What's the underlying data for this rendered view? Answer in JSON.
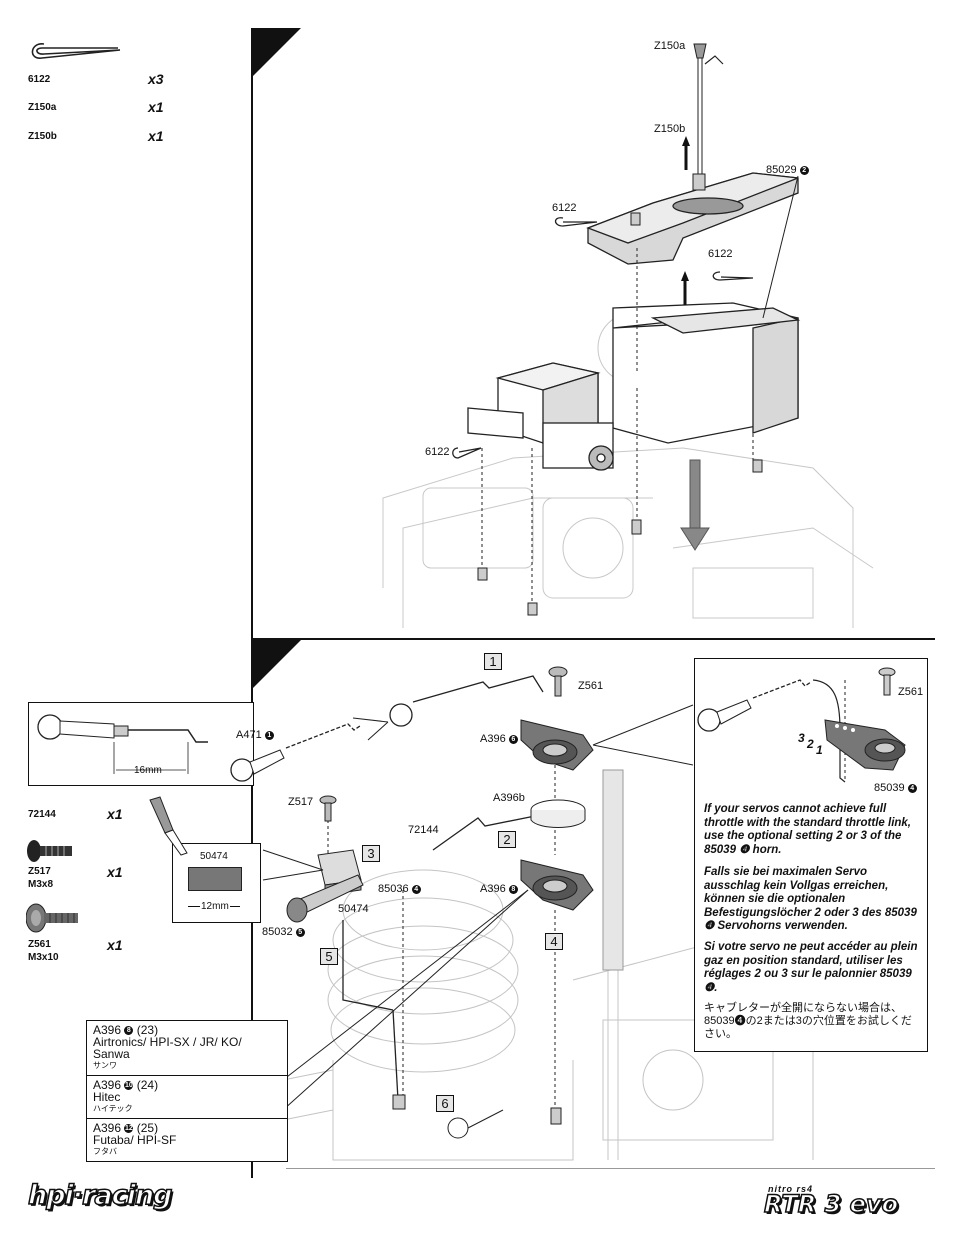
{
  "parts_top": [
    {
      "code": "6122",
      "qty": "x3"
    },
    {
      "code": "Z150a",
      "qty": "x1"
    },
    {
      "code": "Z150b",
      "qty": "x1"
    }
  ],
  "parts_bottom": [
    {
      "code": "72144",
      "sub": "",
      "qty": "x1"
    },
    {
      "code": "Z517",
      "sub": "M3x8",
      "qty": "x1"
    },
    {
      "code": "Z561",
      "sub": "M3x10",
      "qty": "x1"
    }
  ],
  "top_labels": {
    "z150a": "Z150a",
    "z150b": "Z150b",
    "p85029": "85029",
    "p85029_num": "2",
    "clip1": "6122",
    "clip2": "6122",
    "clip3": "6122"
  },
  "bottom_labels": {
    "a471": "A471",
    "a471_num": "1",
    "z561": "Z561",
    "a396_top": "A396",
    "a396_top_num": "6",
    "a396b": "A396b",
    "z517": "Z517",
    "p72144": "72144",
    "a396_bottom": "A396",
    "a396_bottom_num": "8",
    "p85036": "85036",
    "p85036_num": "4",
    "p50474": "50474",
    "p85032": "85032",
    "p85032_num": "5",
    "inset_50474": "50474",
    "inset_12mm": "12mm",
    "inset_16mm": "16mm"
  },
  "steps": [
    "1",
    "2",
    "3",
    "4",
    "5",
    "6"
  ],
  "servo_options": [
    {
      "part": "A396",
      "num": "8",
      "pos": "(23)",
      "brand": "Airtronics/ HPI-SX / JR/ KO/ Sanwa",
      "jp": "サンワ"
    },
    {
      "part": "A396",
      "num": "10",
      "pos": "(24)",
      "brand": "Hitec",
      "jp": "ハイテック"
    },
    {
      "part": "A396",
      "num": "12",
      "pos": "(25)",
      "brand": "Futaba/ HPI-SF",
      "jp": "フタバ"
    }
  ],
  "horn_panel": {
    "z561": "Z561",
    "holes": [
      "3",
      "2",
      "1"
    ],
    "p85039": "85039",
    "p85039_num": "4",
    "note_en": "If your servos cannot achieve full throttle with the standard throttle link, use the optional setting 2 or 3 of the 85039 ❹ horn.",
    "note_de": "Falls sie bei maximalen Servo ausschlag kein Vollgas erreichen, können sie die optionalen Befestigungslöcher 2 oder 3 des 85039 ❹ Servohorns verwenden.",
    "note_fr": "Si votre servo ne peut accéder au plein gaz en position standard, utiliser les réglages 2 ou 3 sur le palonnier 85039 ❹.",
    "note_jp": "キャブレターが全開にならない場合は、85039❹の2または3の穴位置をお試しください。"
  },
  "footer": {
    "brand_left": "hpi·racing",
    "brand_right_small": "nitro rs4",
    "brand_right": "RTR 3 evo"
  }
}
